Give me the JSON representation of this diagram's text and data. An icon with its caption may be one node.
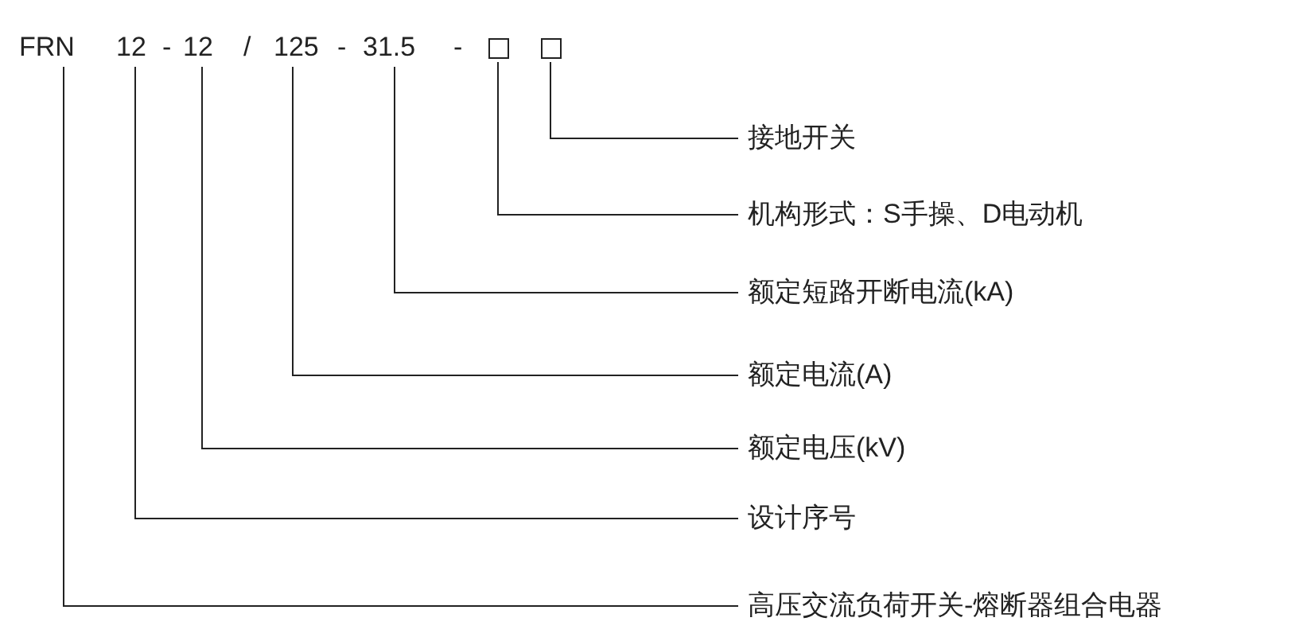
{
  "diagram": {
    "nodes": [
      {
        "text": [
          "FRN"
        ]
      },
      {
        "text": [
          "12"
        ]
      },
      {
        "text": [
          "12"
        ]
      },
      {
        "text": [
          "125"
        ]
      },
      {
        "text": [
          "31.5"
        ]
      },
      {
        "text": [],
        "shape": "box"
      },
      {
        "text": [],
        "shape": "box"
      },
      {
        "text": [
          "接地开关"
        ]
      },
      {
        "text": [
          "机构形式：S手操、D电动机"
        ]
      },
      {
        "text": [
          "额定短路开断电流(kA)"
        ]
      },
      {
        "text": [
          "额定电流(A)"
        ]
      },
      {
        "text": [
          "额定电压(kV)"
        ]
      },
      {
        "text": [
          "设计序号"
        ]
      },
      {
        "text": [
          "高压交流负荷开关-熔断器组合电器"
        ]
      }
    ],
    "edges": [
      {
        "from": 6,
        "to": 7,
        "arrow": "none"
      },
      {
        "from": 5,
        "to": 8,
        "arrow": "none"
      },
      {
        "from": 4,
        "to": 9,
        "arrow": "none"
      },
      {
        "from": 3,
        "to": 10,
        "arrow": "none"
      },
      {
        "from": 2,
        "to": 11,
        "arrow": "none"
      },
      {
        "from": 1,
        "to": 12,
        "arrow": "none"
      },
      {
        "from": 0,
        "to": 13,
        "arrow": "none"
      }
    ],
    "labels": [
      "-",
      "/",
      "-",
      "-"
    ]
  }
}
